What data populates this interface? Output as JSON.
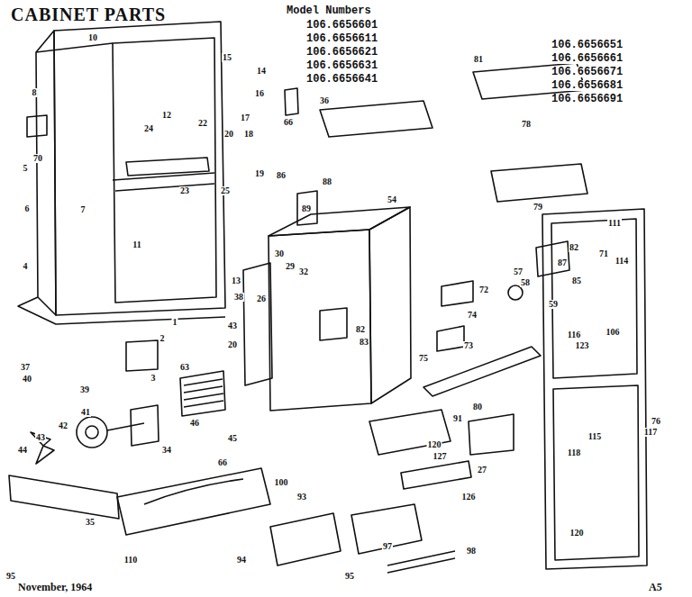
{
  "diagram": {
    "title": "CABINET PARTS",
    "labels": [
      "Model Numbers",
      "106.6656601",
      "106.6656611",
      "106.6656621",
      "106.6656631",
      "106.6656641",
      "106.6656651",
      "106.6656661",
      "106.6656671",
      "106.6656681",
      "106.6656691",
      "10",
      "15",
      "14",
      "16",
      "17",
      "18",
      "19",
      "20",
      "24",
      "12",
      "22",
      "23",
      "25",
      "8",
      "70",
      "5",
      "6",
      "4",
      "7",
      "11",
      "38",
      "13",
      "20",
      "43",
      "1",
      "2",
      "3",
      "63",
      "37",
      "40",
      "39",
      "46",
      "45",
      "66",
      "41",
      "44",
      "43",
      "42",
      "34",
      "35",
      "95",
      "110",
      "100",
      "94",
      "93",
      "95",
      "97",
      "98",
      "27",
      "126",
      "120",
      "127",
      "80",
      "91",
      "54",
      "29",
      "26",
      "30",
      "32",
      "88",
      "86",
      "89",
      "82",
      "83",
      "87",
      "57",
      "58",
      "85",
      "59",
      "72",
      "74",
      "73",
      "75",
      "81",
      "78",
      "79",
      "36",
      "66",
      "111",
      "82",
      "114",
      "116",
      "123",
      "106",
      "115",
      "117",
      "118",
      "120",
      "76",
      "71",
      "November, 1964",
      "A5"
    ]
  }
}
